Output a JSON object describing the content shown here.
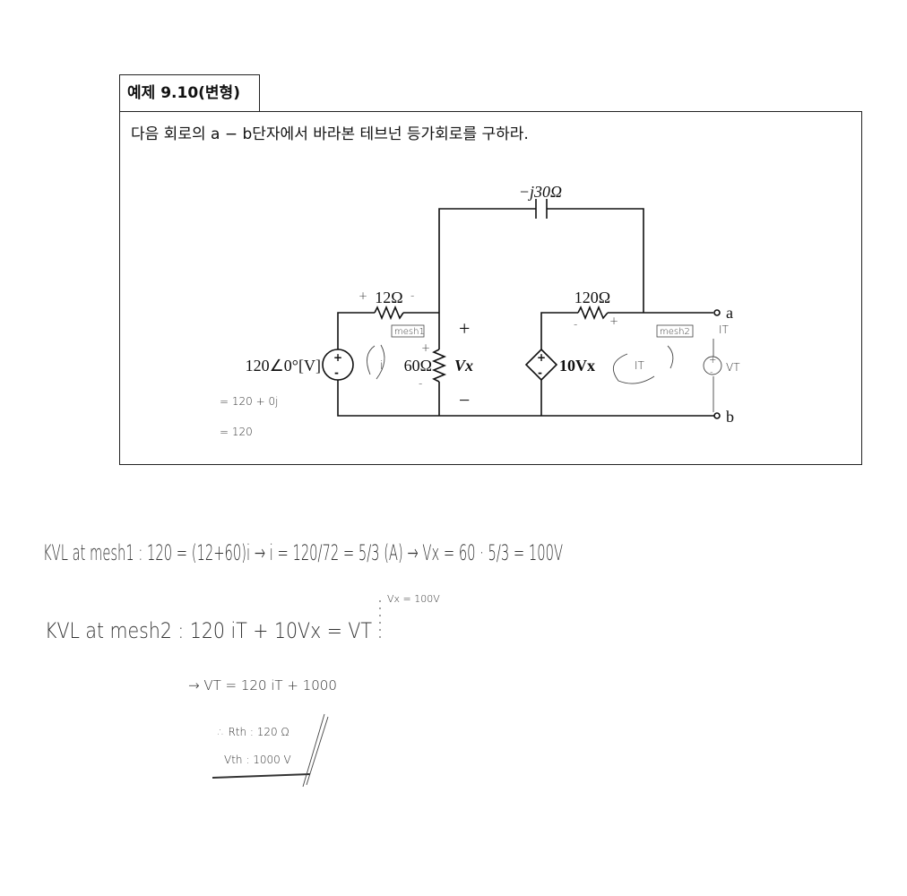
{
  "header": {
    "title": "예제 9.10(변형)"
  },
  "problem": {
    "text": "다음 회로의 a − b단자에서 바라본 테브넌 등가회로를 구하라."
  },
  "circuit": {
    "capacitor": "−j30Ω",
    "r1": "12Ω",
    "r2": "60Ω",
    "r3": "120Ω",
    "source": "120∠0°[V]",
    "dep_source": "10Vx",
    "vx": "Vx",
    "plus": "+",
    "minus": "−",
    "terminal_a": "a",
    "terminal_b": "b"
  },
  "annotations": {
    "mesh1": "mesh1",
    "mesh2": "mesh2",
    "i": "i",
    "it": "IT",
    "vt": "VT",
    "src_eq1": "= 120 + 0j",
    "src_eq2": "= 120"
  },
  "notes": {
    "line1": "KVL at mesh1 : 120 = (12+60)i → i = 120/72 = 5/3 (A) → Vx = 60 · 5/3 = 100V",
    "line2": "KVL at mesh2 : 120 iT + 10Vx = VT",
    "line2_side": "Vx = 100V",
    "line3": "→ VT = 120 iT + 1000",
    "line4": "∴ Rth : 120 Ω",
    "line5": "Vth : 1000 V"
  }
}
